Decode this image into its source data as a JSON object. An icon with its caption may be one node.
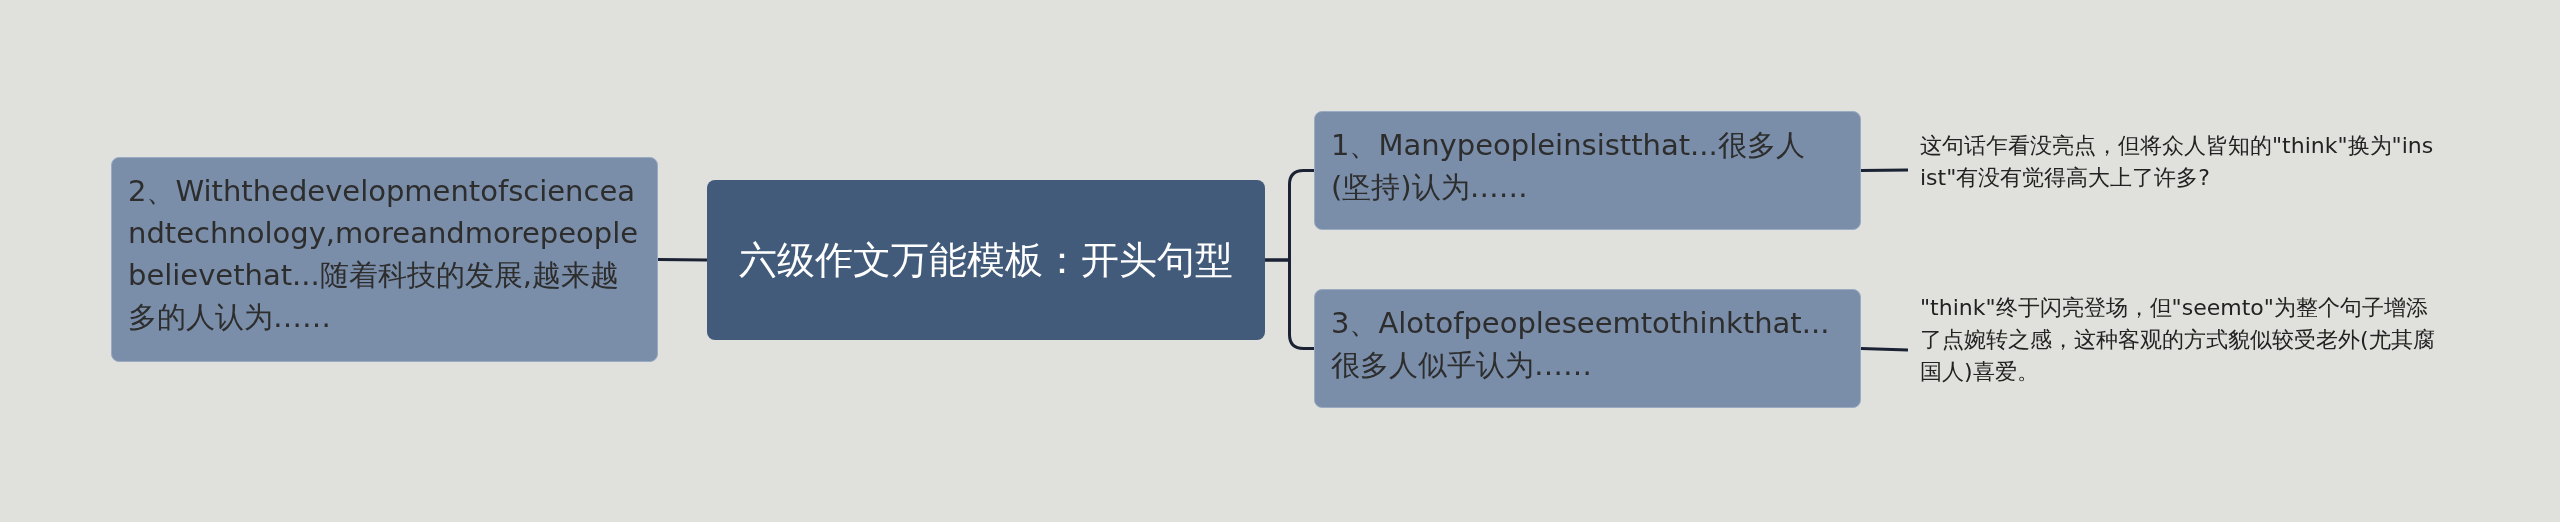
{
  "diagram": {
    "nodes": [
      {
        "text": [
          "六级作文万能模板：开头句型"
        ]
      },
      {
        "text": [
          "2、Withthedevelopmentofscienceandtechnology,moreandmorepeoplebelievethat...随着科技的发展,越来越多的人认为……"
        ]
      },
      {
        "text": [
          "1、Manypeopleinsistthat...很多人(坚持)认为……"
        ]
      },
      {
        "text": [
          "这句话乍看没亮点，但将众人皆知的\"think\"换为\"insist\"有没有觉得高大上了许多?"
        ]
      },
      {
        "text": [
          "3、Alotofpeopleseemtothinkthat...很多人似乎认为……"
        ]
      },
      {
        "text": [
          "\"think\"终于闪亮登场，但\"seemto\"为整个句子增添了点婉转之感，这种客观的方式貌似较受老外(尤其腐国人)喜爱。"
        ]
      }
    ],
    "edges": [
      {
        "from": 0,
        "to": 1,
        "arrow": "none"
      },
      {
        "from": 0,
        "to": 2,
        "arrow": "none"
      },
      {
        "from": 0,
        "to": 4,
        "arrow": "none"
      },
      {
        "from": 2,
        "to": 3,
        "arrow": "none"
      },
      {
        "from": 4,
        "to": 5,
        "arrow": "none"
      }
    ]
  }
}
